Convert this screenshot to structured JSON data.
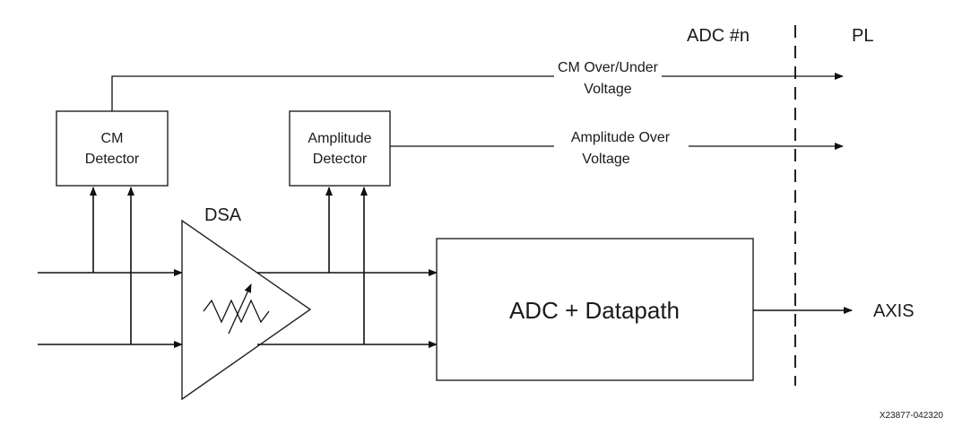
{
  "labels": {
    "adc_n": "ADC #n",
    "pl": "PL",
    "cm_signal_line1": "CM Over/Under",
    "cm_signal_line2": "Voltage",
    "amp_signal_line1": "Amplitude Over",
    "amp_signal_line2": "Voltage",
    "cm_detector_line1": "CM",
    "cm_detector_line2": "Detector",
    "amp_detector_line1": "Amplitude",
    "amp_detector_line2": "Detector",
    "dsa": "DSA",
    "adc_datapath": "ADC + Datapath",
    "axis": "AXIS",
    "figure_id": "X23877-042320"
  }
}
